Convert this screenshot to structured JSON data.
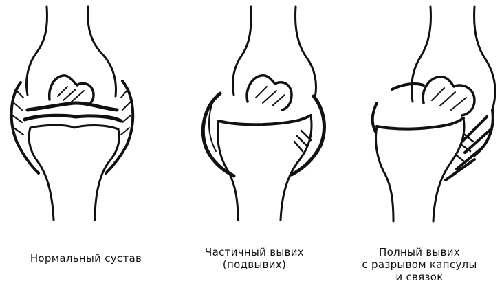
{
  "panels": [
    {
      "id": "normal",
      "caption_lines": [
        "Нормальный сустав"
      ]
    },
    {
      "id": "partial",
      "caption_lines": [
        "Частичный вывих",
        "(подвывих)"
      ]
    },
    {
      "id": "full",
      "caption_lines": [
        "Полный вывих",
        "с разрывом капсулы",
        "и связок"
      ]
    }
  ],
  "colors": {
    "ink": "#111111",
    "background": "#ffffff"
  }
}
